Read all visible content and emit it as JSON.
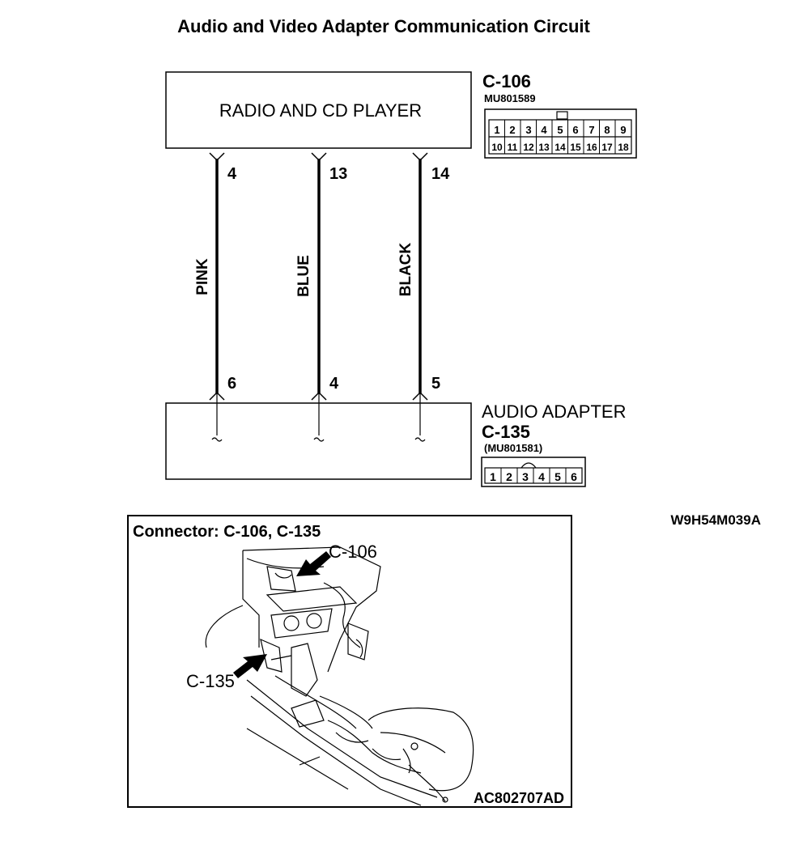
{
  "title": "Audio and Video Adapter Communication Circuit",
  "radio_box": {
    "label": "RADIO AND CD PLAYER"
  },
  "c106": {
    "name": "C-106",
    "part_number": "MU801589",
    "pins_top": [
      "1",
      "2",
      "3",
      "4",
      "5",
      "6",
      "7",
      "8",
      "9"
    ],
    "pins_bottom": [
      "10",
      "11",
      "12",
      "13",
      "14",
      "15",
      "16",
      "17",
      "18"
    ]
  },
  "adapter_box": {
    "label": "AUDIO ADAPTER"
  },
  "c135": {
    "name": "C-135",
    "part_number": "(MU801581)",
    "pins": [
      "1",
      "2",
      "3",
      "4",
      "5",
      "6"
    ]
  },
  "wires": [
    {
      "color": "PINK",
      "top_pin": "4",
      "bottom_pin": "6"
    },
    {
      "color": "BLUE",
      "top_pin": "13",
      "bottom_pin": "4"
    },
    {
      "color": "BLACK",
      "top_pin": "14",
      "bottom_pin": "5"
    }
  ],
  "figure_code": "W9H54M039A",
  "connector_panel": {
    "heading": "Connector: C-106, C-135",
    "callout_c106": "C-106",
    "callout_c135": "C-135",
    "code": "AC802707AD"
  }
}
